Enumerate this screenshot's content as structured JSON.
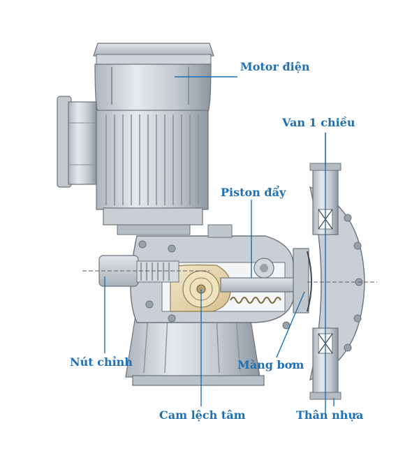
{
  "labels": {
    "motor": "Motor điện",
    "check_valve": "Van 1  chiều",
    "piston": "Piston đẩy",
    "adjust_knob": "Nút chỉnh",
    "diaphragm": "Màng bơm",
    "eccentric_cam": "Cam lệch tâm",
    "plastic_body": "Thân nhựa"
  },
  "colors": {
    "label_blue": "#1f6fb3",
    "metal_light": "#d8dde2",
    "metal_mid": "#b9c0c7",
    "metal_dark": "#7d868f",
    "gear_cream": "#e9d9b2",
    "leader": "#1f6fb3"
  }
}
